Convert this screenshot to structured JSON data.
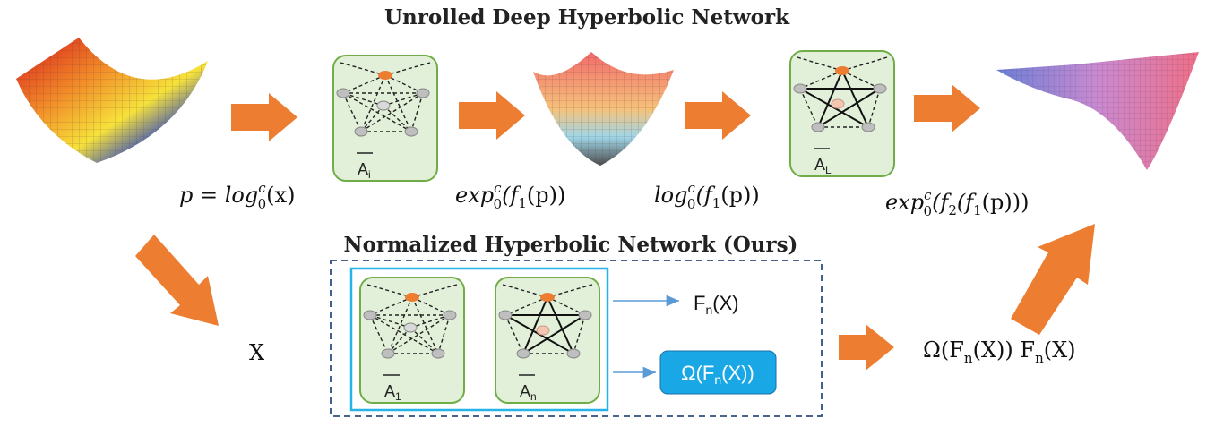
{
  "top_title": "Unrolled Deep Hyperbolic Network",
  "bottom_title": "Normalized Hyperbolic Network (Ours)",
  "formulas": {
    "f1_prefix": "p = log",
    "f1_sup": "c",
    "f1_sub": "0",
    "f1_suffix": "(x)",
    "f2_prefix": "exp",
    "f2_sup": "c",
    "f2_sub": "0",
    "f2_suffix": "(f",
    "f2_inner_sub": "1",
    "f2_tail": "(p))",
    "f3_prefix": "log",
    "f3_sup": "c",
    "f3_sub": "0",
    "f3_suffix": "(f",
    "f3_inner_sub": "1",
    "f3_tail": "(p))",
    "f4_prefix": "exp",
    "f4_sup": "c",
    "f4_sub": "0",
    "f4_mid": "(f",
    "f4_sub2": "2",
    "f4_mid2": "(f",
    "f4_sub3": "1",
    "f4_tail": "(p)))"
  },
  "graphs": {
    "g1_label": "A",
    "g1_sub": "i",
    "g2_label": "A",
    "g2_sub": "L",
    "g3_label": "A",
    "g3_sub": "1",
    "g4_label": "A",
    "g4_sub": "n"
  },
  "outputs": {
    "fn_label": "F",
    "fn_sub": "n",
    "fn_tail": "(X)",
    "omega_prefix": "Ω(F",
    "omega_sub": "n",
    "omega_tail": "(X))",
    "final_prefix": "Ω(F",
    "final_sub1": "n",
    "final_mid": "(X)) F",
    "final_sub2": "n",
    "final_tail": "(X)"
  },
  "x_label": "X",
  "colors": {
    "arrow": "#ed7d31",
    "graph_fill": "#e2f0d9",
    "graph_stroke": "#70ad47",
    "omega_fill": "#1aa7e6",
    "inner_box": "#27b3e8",
    "dashed_box": "#2f4f7f",
    "thin_arrow": "#5b9bd5"
  }
}
